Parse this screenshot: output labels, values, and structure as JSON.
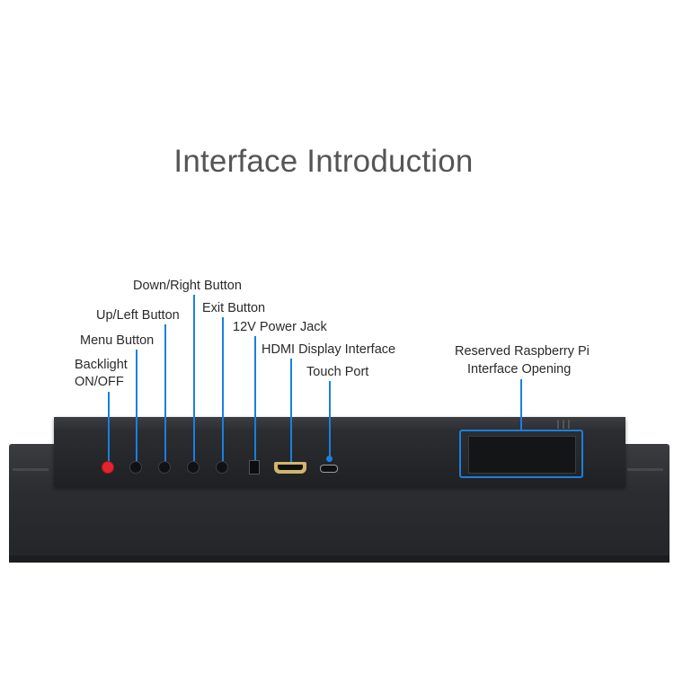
{
  "title": "Interface Introduction",
  "labels": {
    "down_right": "Down/Right Button",
    "exit": "Exit Button",
    "up_left": "Up/Left Button",
    "power": "12V Power Jack",
    "menu": "Menu Button",
    "hdmi": "HDMI Display Interface",
    "backlight_1": "Backlight",
    "backlight_2": "ON/OFF",
    "touch": "Touch Port",
    "raspberry_1": "Reserved Raspberry Pi",
    "raspberry_2": "Interface Opening"
  },
  "colors": {
    "accent": "#1a7fe0",
    "backlight_button": "#e4232c",
    "hdmi_port": "#d2b56b",
    "device_body": "#2b2d31"
  }
}
